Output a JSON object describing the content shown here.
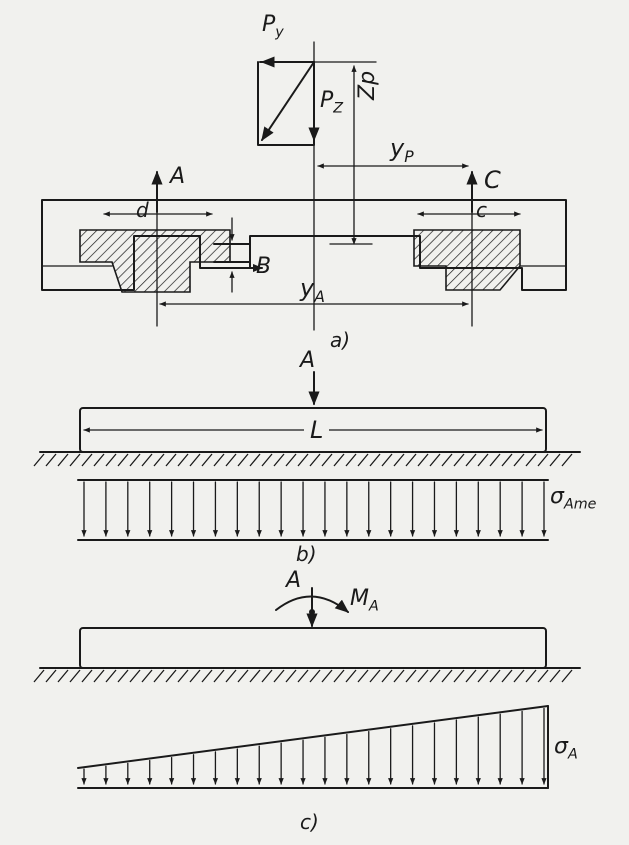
{
  "figure_a": {
    "caption": "a)",
    "labels": {
      "Py_main": "P",
      "Py_sub": "y",
      "Pz_main": "P",
      "Pz_sub": "Z",
      "Zp": "Zp",
      "yp_main": "y",
      "yp_sub": "P",
      "A": "A",
      "C": "C",
      "d": "d",
      "c": "c",
      "B": "B",
      "yA_main": "y",
      "yA_sub": "A"
    }
  },
  "figure_b": {
    "caption": "b)",
    "labels": {
      "A": "A",
      "L": "L",
      "sigma_main": "σ",
      "sigma_sub": "Ame"
    },
    "load": "uniform"
  },
  "figure_c": {
    "caption": "c)",
    "labels": {
      "A": "A",
      "MA_main": "M",
      "MA_sub": "A",
      "sigma_main": "σ",
      "sigma_sub": "A"
    },
    "load": "linearly increasing"
  },
  "colors": {
    "ink": "#1a1a1a",
    "paper": "#f1f1ee"
  }
}
